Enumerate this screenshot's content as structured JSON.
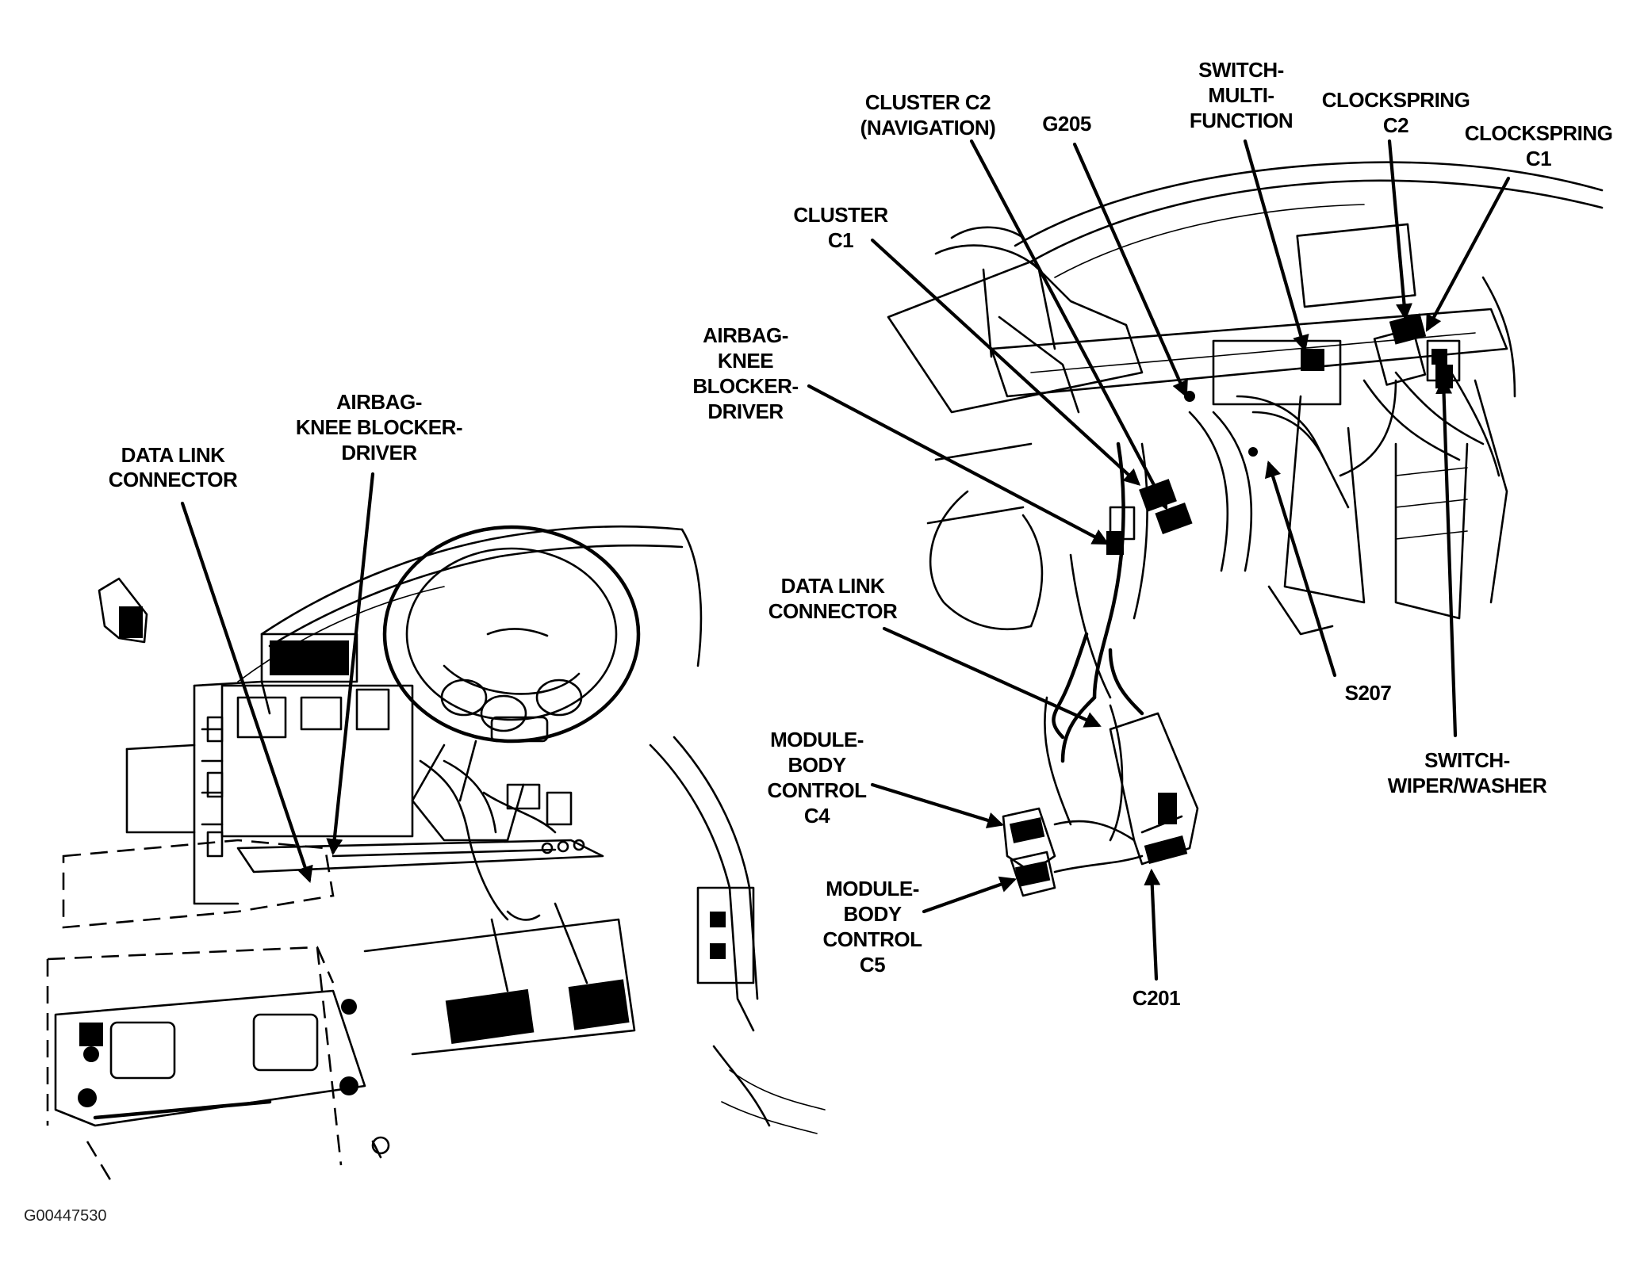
{
  "figure_id": "G00447530",
  "callouts": {
    "data_link_connector_left": [
      "DATA LINK",
      "CONNECTOR"
    ],
    "airbag_knee_blocker_left": [
      "AIRBAG-",
      "KNEE BLOCKER-",
      "DRIVER"
    ],
    "cluster_c2": [
      "CLUSTER C2",
      "(NAVIGATION)"
    ],
    "g205": [
      "G205"
    ],
    "switch_multifunction": [
      "SWITCH-",
      "MULTI-",
      "FUNCTION"
    ],
    "clockspring_c2": [
      "CLOCKSPRING",
      "C2"
    ],
    "clockspring_c1": [
      "CLOCKSPRING",
      "C1"
    ],
    "cluster_c1": [
      "CLUSTER",
      "C1"
    ],
    "airbag_knee_blocker_right": [
      "AIRBAG-",
      "KNEE",
      "BLOCKER-",
      "DRIVER"
    ],
    "data_link_connector_right": [
      "DATA LINK",
      "CONNECTOR"
    ],
    "module_body_control_c4": [
      "MODULE-",
      "BODY",
      "CONTROL",
      "C4"
    ],
    "module_body_control_c5": [
      "MODULE-",
      "BODY",
      "CONTROL",
      "C5"
    ],
    "c201": [
      "C201"
    ],
    "s207": [
      "S207"
    ],
    "switch_wiper_washer": [
      "SWITCH-",
      "WIPER/WASHER"
    ]
  }
}
